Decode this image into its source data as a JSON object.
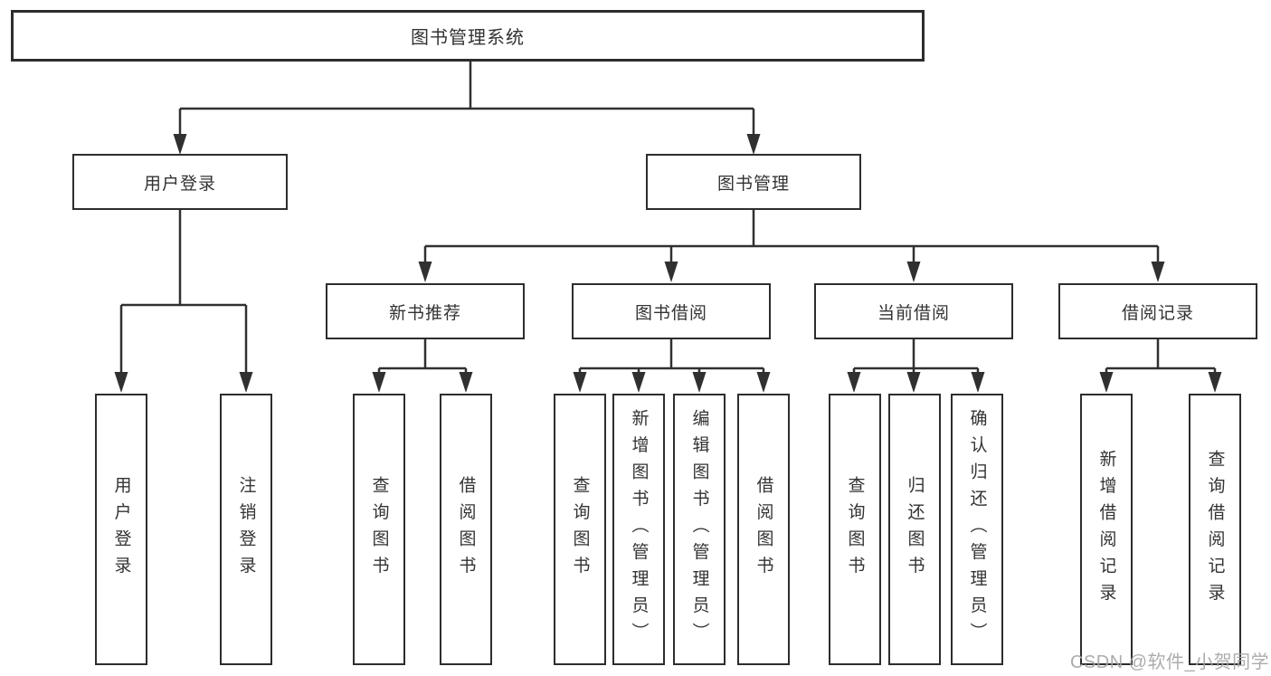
{
  "diagram": {
    "title": "图书管理系统",
    "nodes": {
      "root": "图书管理系统",
      "user_login": "用户登录",
      "book_mgmt": "图书管理",
      "new_book_rec": "新书推荐",
      "book_borrow": "图书借阅",
      "current_borrow": "当前借阅",
      "borrow_records": "借阅记录",
      "ul_user_login": "用户登录",
      "ul_logout": "注销登录",
      "nbr_query_books": "查询图书",
      "nbr_borrow_books": "借阅图书",
      "bb_query_books": "查询图书",
      "bb_add_books": "新增图书（管理员）",
      "bb_edit_books": "编辑图书（管理员）",
      "bb_borrow_books": "借阅图书",
      "cb_query_books": "查询图书",
      "cb_return_books": "归还图书",
      "cb_confirm_return": "确认归还（管理员）",
      "br_add_record": "新增借阅记录",
      "br_query_record": "查询借阅记录"
    },
    "hierarchy": {
      "图书管理系统": [
        "用户登录",
        "图书管理"
      ],
      "用户登录": [
        "用户登录",
        "注销登录"
      ],
      "图书管理": [
        "新书推荐",
        "图书借阅",
        "当前借阅",
        "借阅记录"
      ],
      "新书推荐": [
        "查询图书",
        "借阅图书"
      ],
      "图书借阅": [
        "查询图书",
        "新增图书（管理员）",
        "编辑图书（管理员）",
        "借阅图书"
      ],
      "当前借阅": [
        "查询图书",
        "归还图书",
        "确认归还（管理员）"
      ],
      "借阅记录": [
        "新增借阅记录",
        "查询借阅记录"
      ]
    },
    "colors": {
      "line": "#303030",
      "box_border": "#2d2d2d",
      "box_fill": "#ffffff",
      "text": "#333333",
      "watermark": "#a5a5a5",
      "background": "#ffffff"
    }
  },
  "watermark": "CSDN @软件_小贺同学"
}
